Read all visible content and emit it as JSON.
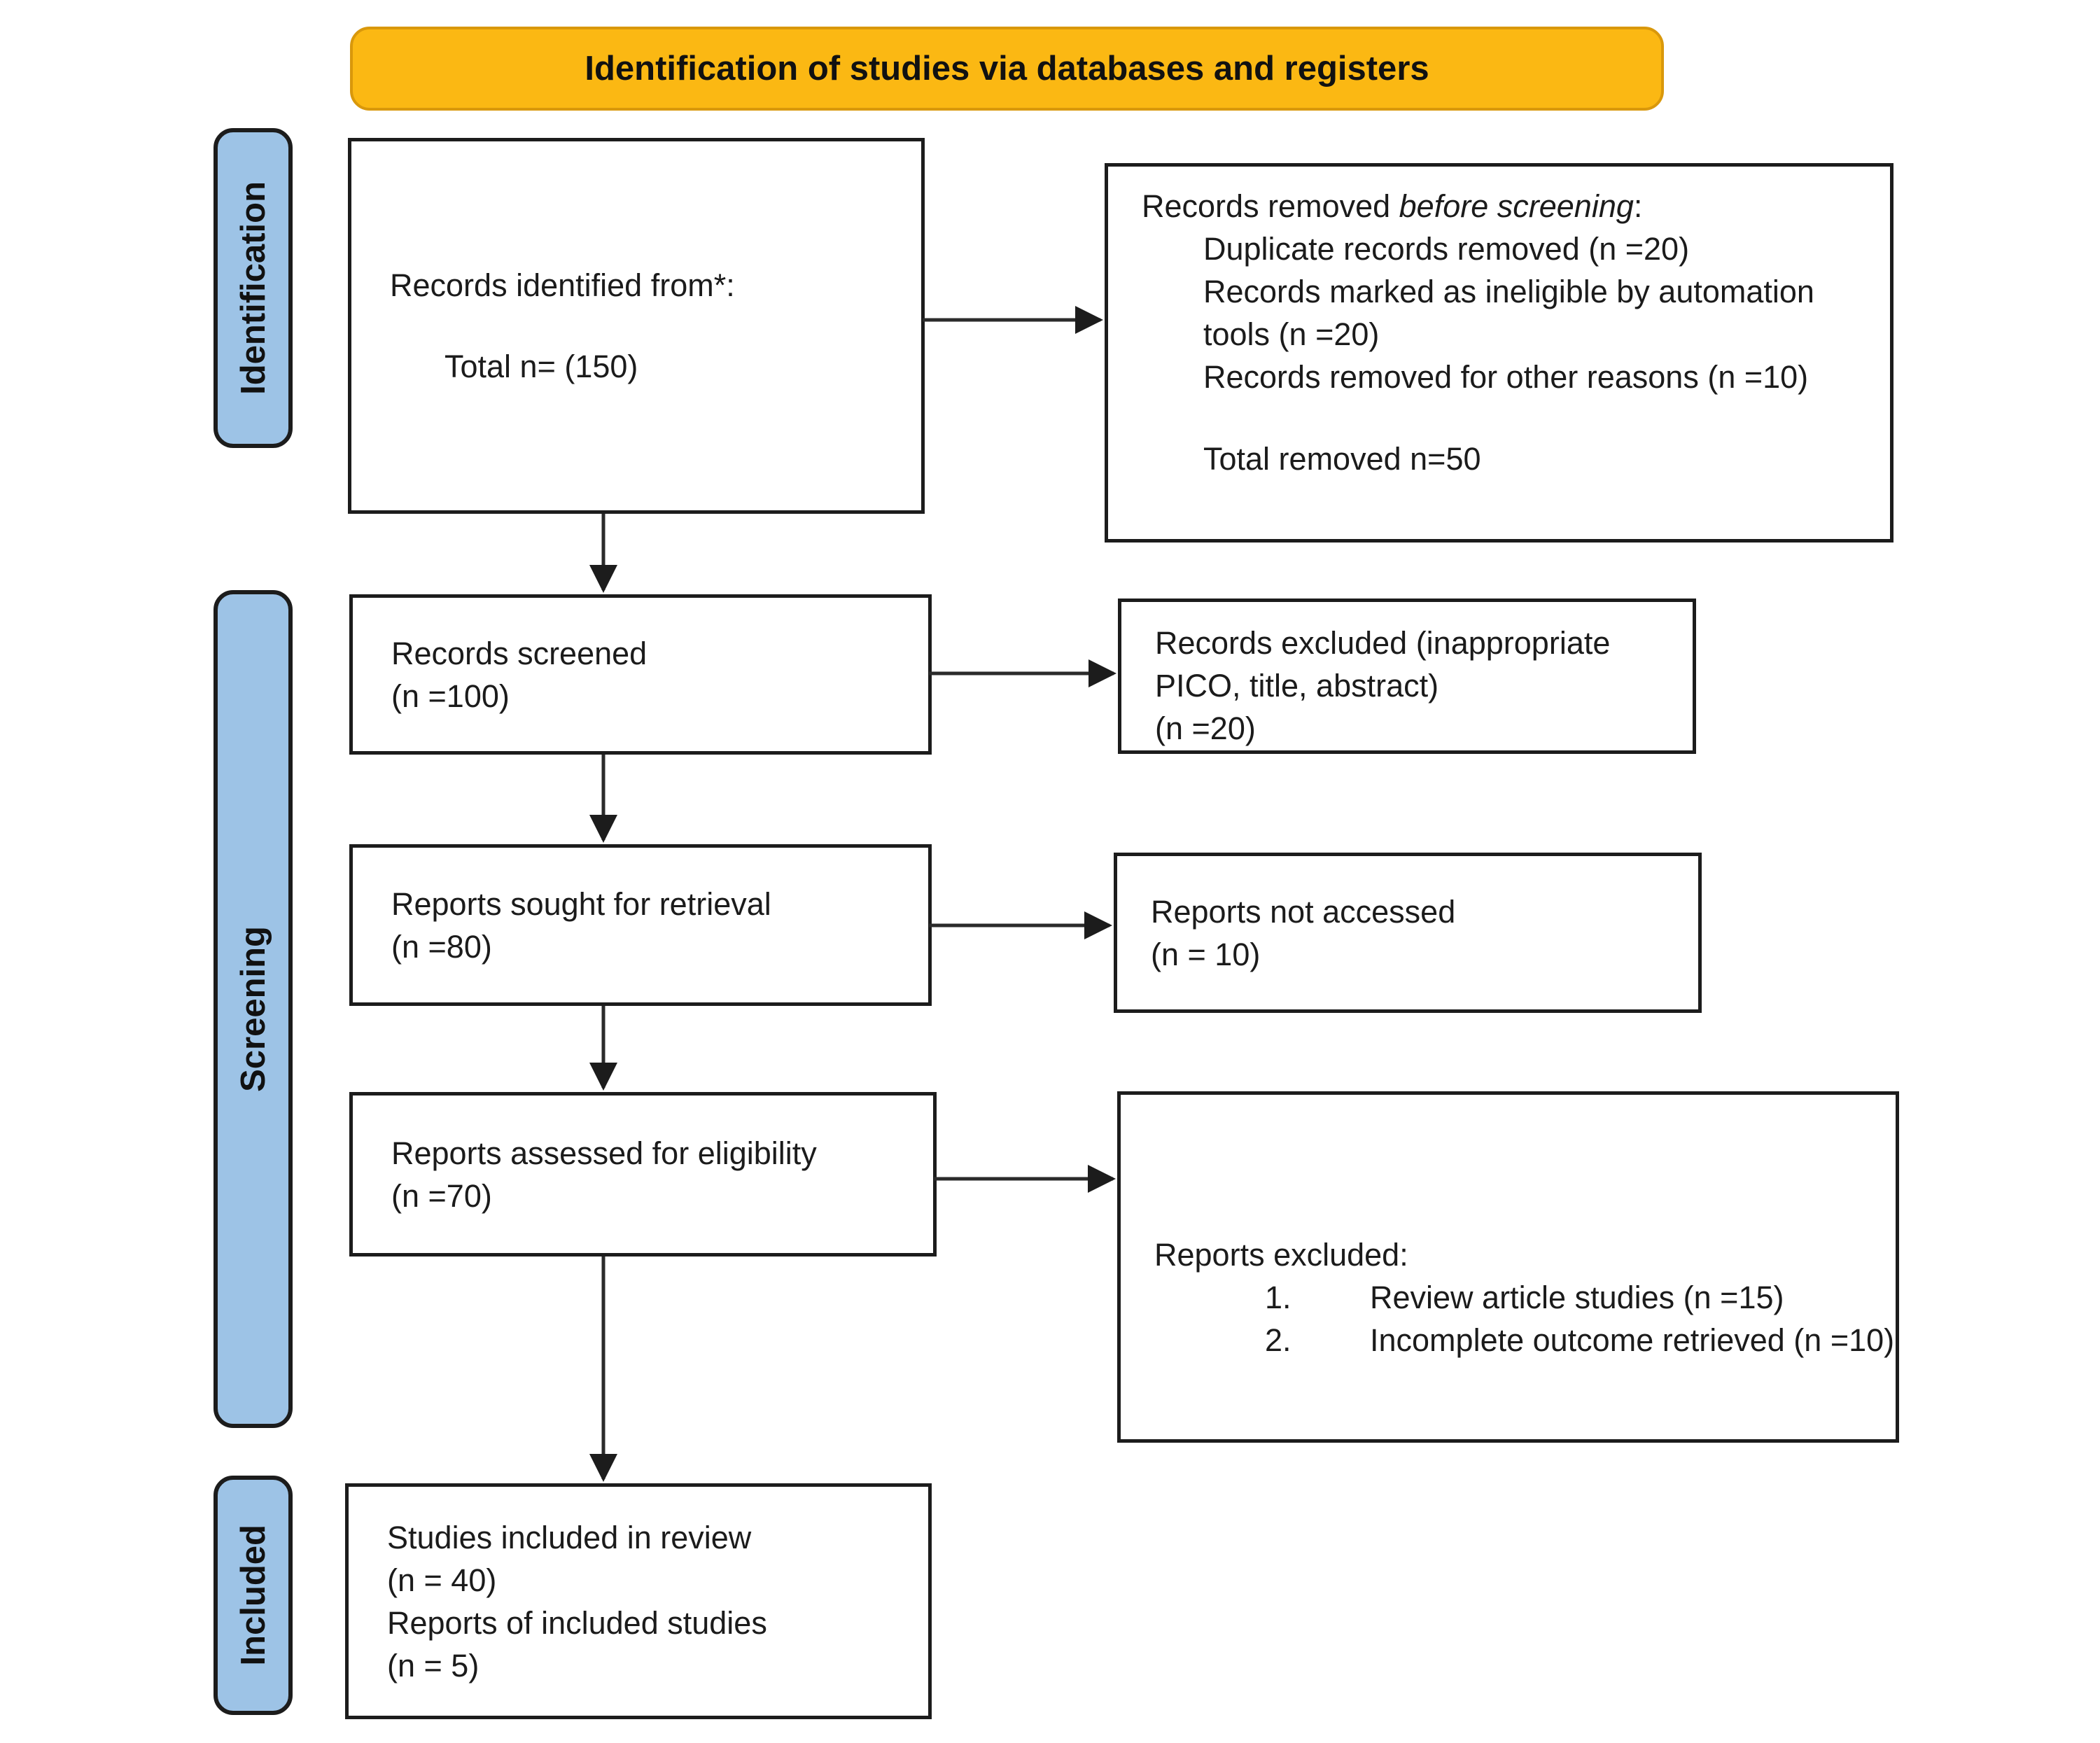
{
  "header": {
    "title": "Identification of studies via databases and registers"
  },
  "stages": [
    {
      "label": "Identification"
    },
    {
      "label": "Screening"
    },
    {
      "label": "Included"
    }
  ],
  "boxes": {
    "records_identified": {
      "title": "Records identified from*:",
      "total": "Total n= (150)"
    },
    "records_removed": {
      "prefix": "Records removed ",
      "emph": "before screening",
      "suffix": ":",
      "items": [
        "Duplicate records removed (n =20)",
        "Records marked as ineligible by automation tools (n =20)",
        "Records removed for other reasons (n =10)"
      ],
      "total": "Total removed n=50"
    },
    "records_screened": {
      "title": "Records screened",
      "count": "(n =100)"
    },
    "records_excluded": {
      "title": "Records excluded (inappropriate PICO, title, abstract)",
      "count": "(n =20)"
    },
    "reports_sought": {
      "title": "Reports sought for retrieval",
      "count": "(n =80)"
    },
    "reports_not_accessed": {
      "title": "Reports not accessed",
      "count": "(n = 10)"
    },
    "reports_assessed": {
      "title": "Reports assessed for eligibility",
      "count": "(n =70)"
    },
    "reports_excluded": {
      "title": "Reports excluded:",
      "items": [
        {
          "num": "1.",
          "text": "Review article studies (n =15)"
        },
        {
          "num": "2.",
          "text": "Incomplete outcome retrieved (n =10)"
        }
      ]
    },
    "studies_included": {
      "lines": [
        "Studies included in review",
        "(n = 40)",
        "Reports of included studies",
        "(n = 5)"
      ]
    }
  },
  "colors": {
    "header_bg": "#FBB813",
    "header_border": "#D9980B",
    "stage_bg": "#9DC3E6",
    "border": "#1C1C1C"
  }
}
